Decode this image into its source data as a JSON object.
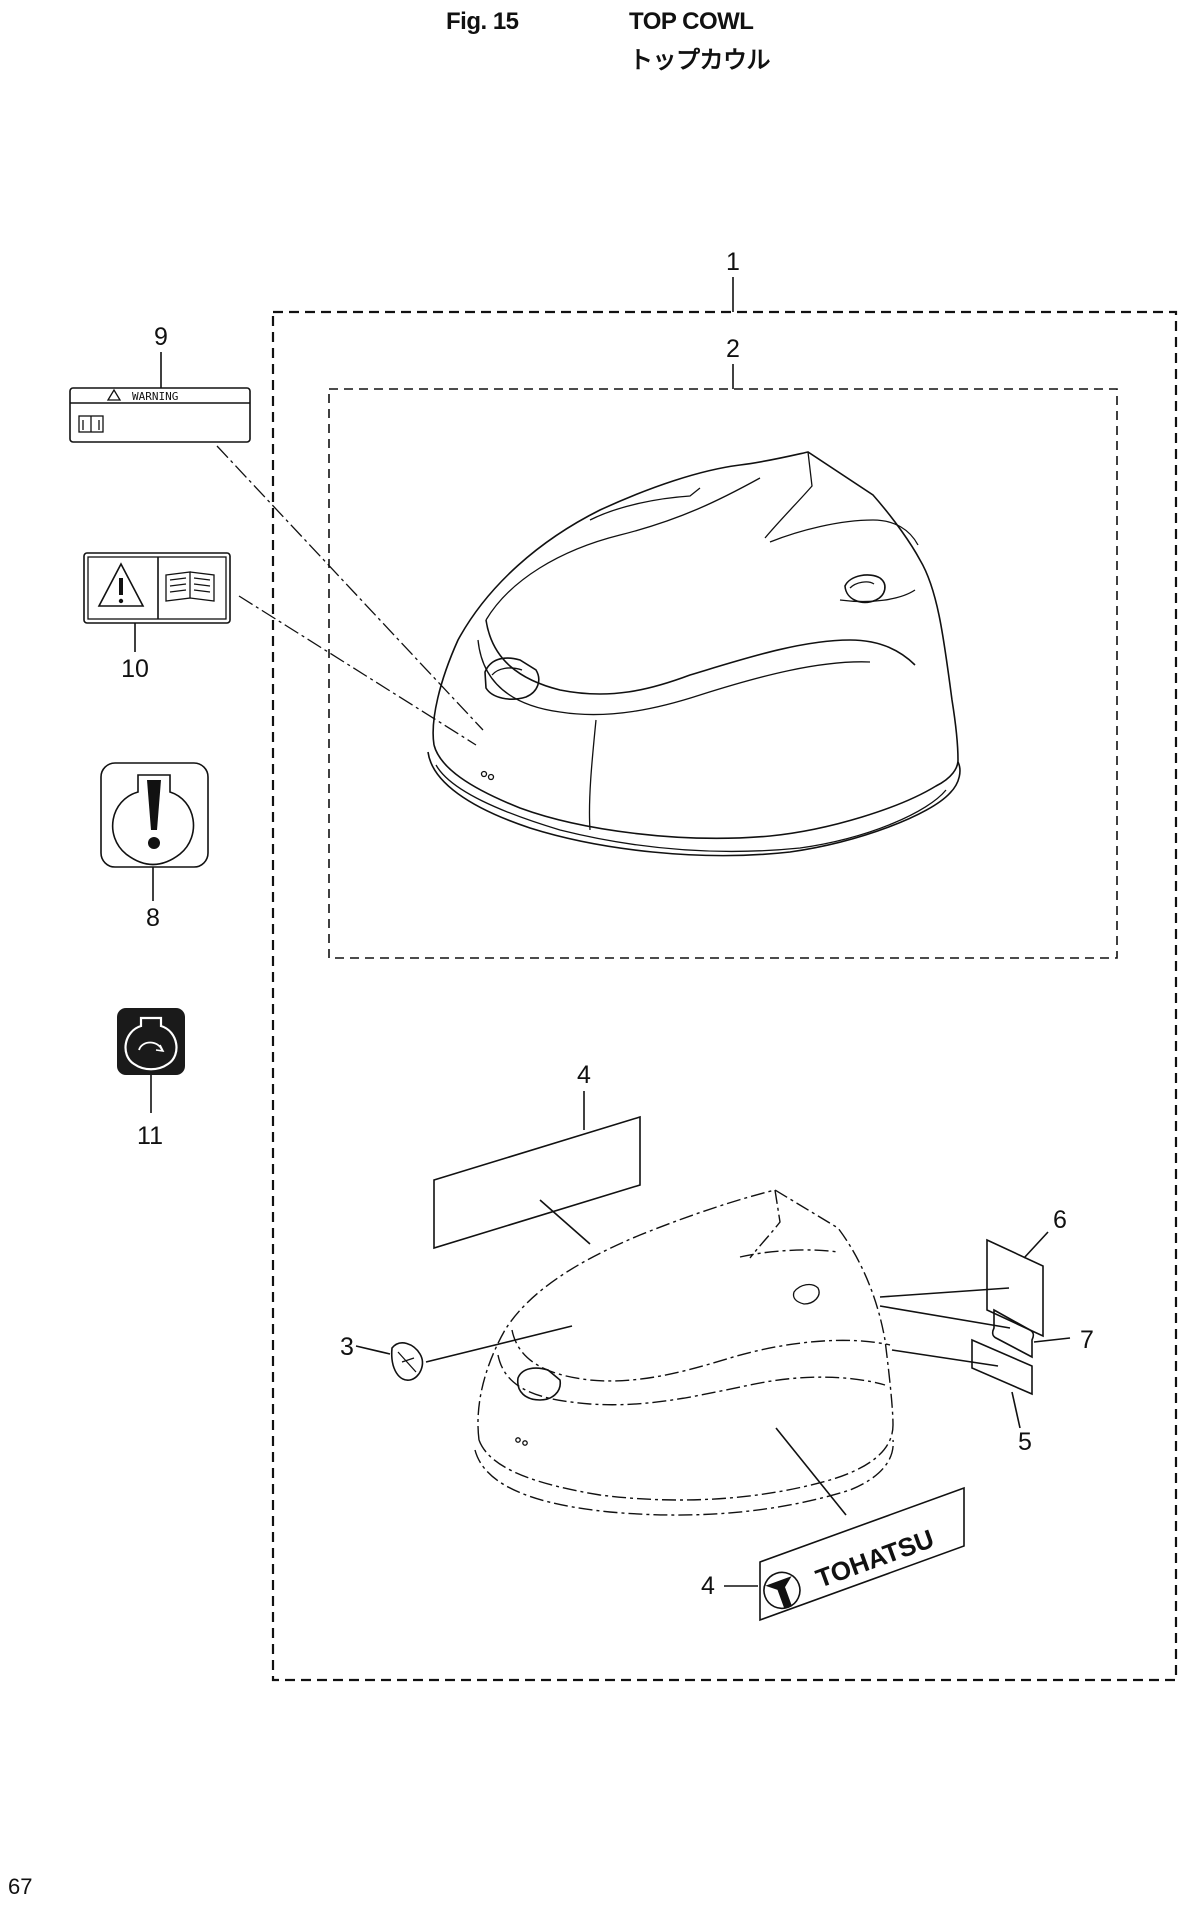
{
  "header": {
    "fig_label": "Fig. 15",
    "title": "TOP COWL",
    "subtitle": "トップカウル"
  },
  "page_number": "67",
  "callouts": {
    "c1": "1",
    "c2": "2",
    "c3": "3",
    "c4a": "4",
    "c4b": "4",
    "c5": "5",
    "c6": "6",
    "c7": "7",
    "c8": "8",
    "c9": "9",
    "c10": "10",
    "c11": "11"
  },
  "labels": {
    "warning_text": "WARNING",
    "brand_text": "TOHATSU"
  }
}
